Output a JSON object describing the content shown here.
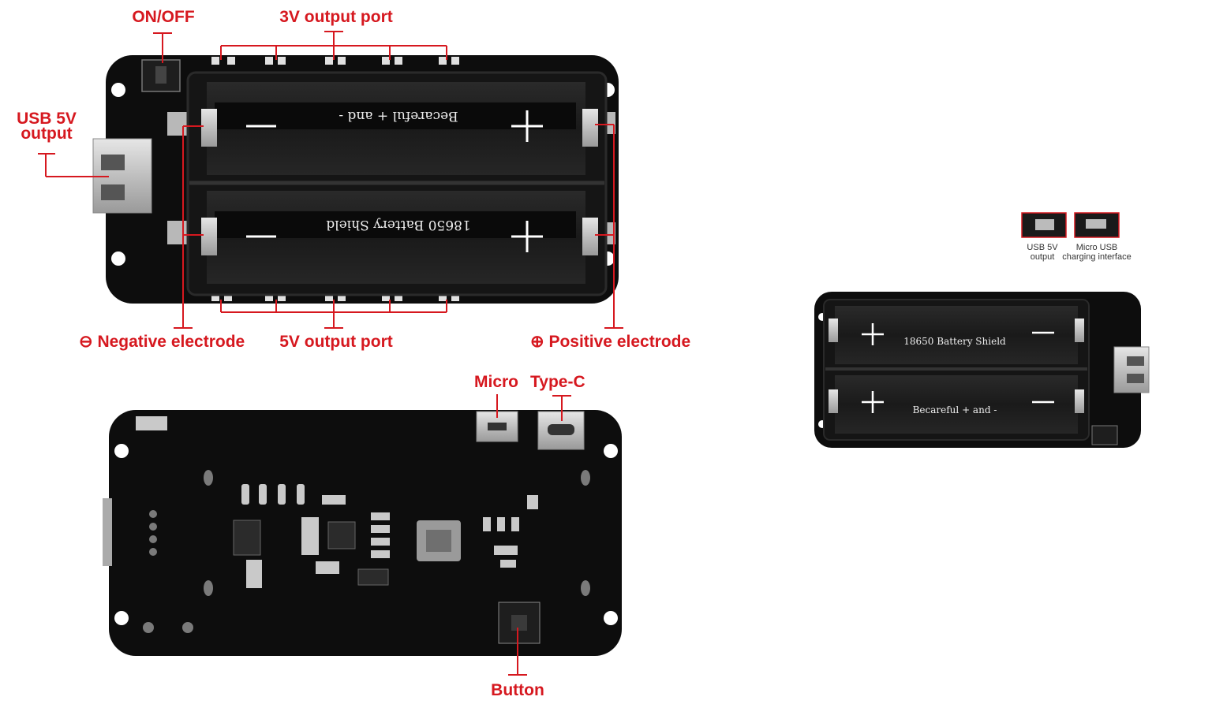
{
  "callouts": {
    "on_off": "ON/OFF",
    "out3v": "3V output port",
    "usb5v_line1": "USB 5V",
    "usb5v_line2": "output",
    "negative": "Negative electrode",
    "out5v": "5V output port",
    "positive": "Positive electrode",
    "micro": "Micro",
    "typec": "Type-C",
    "button": "Button"
  },
  "silkscreen": {
    "top_slot1": "Becareful + and -",
    "top_slot2": "18650 Battery Shield",
    "side_slot1": "18650 Battery Shield",
    "side_slot2": "Becareful + and -"
  },
  "thumbnails": [
    {
      "line1": "USB 5V",
      "line2": "output"
    },
    {
      "line1": "Micro USB",
      "line2": "charging interface"
    }
  ],
  "colors": {
    "callout_red": "#d6181f",
    "pcb_black": "#0d0d0d",
    "holder_black": "#151515"
  },
  "icons": [
    "minus-circle-icon",
    "plus-circle-icon"
  ]
}
